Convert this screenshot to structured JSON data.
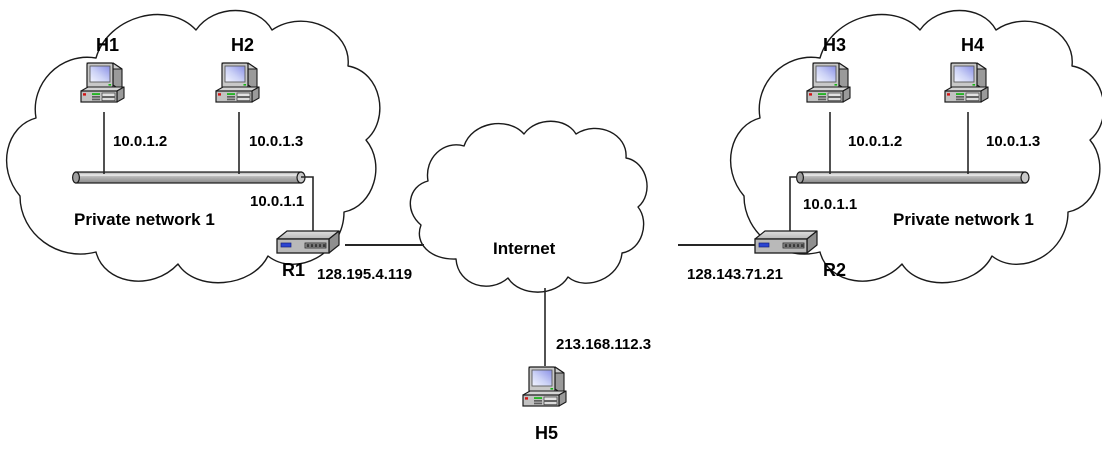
{
  "diagram": {
    "title": "NAT network topology diagram",
    "colors": {
      "stroke": "#1a1a1a",
      "link": "#262626",
      "device_body": "#b4b4b4",
      "device_light": "#d2d2d2",
      "device_dark": "#787878",
      "screen_light": "#e4e8fb",
      "screen_dark": "#8f94e8",
      "led_red": "#d21414",
      "led_green": "#14b414",
      "led_blue": "#2a44d2",
      "cloud_fill": "#ffffff"
    },
    "clouds": [
      {
        "id": "private-network-left",
        "label": "Private network 1"
      },
      {
        "id": "internet",
        "label": "Internet"
      },
      {
        "id": "private-network-right",
        "label": "Private network 1"
      }
    ],
    "hosts": [
      {
        "id": "h1",
        "name": "H1",
        "ip": "10.0.1.2",
        "network": "Private network 1"
      },
      {
        "id": "h2",
        "name": "H2",
        "ip": "10.0.1.3",
        "network": "Private network 1"
      },
      {
        "id": "h3",
        "name": "H3",
        "ip": "10.0.1.2",
        "network": "Private network 1"
      },
      {
        "id": "h4",
        "name": "H4",
        "ip": "10.0.1.3",
        "network": "Private network 1"
      },
      {
        "id": "h5",
        "name": "H5",
        "ip": "213.168.112.3",
        "network": "Internet"
      }
    ],
    "routers": [
      {
        "id": "r1",
        "name": "R1",
        "private_ip": "10.0.1.1",
        "public_ip": "128.195.4.119"
      },
      {
        "id": "r2",
        "name": "R2",
        "private_ip": "10.0.1.1",
        "public_ip": "128.143.71.21"
      }
    ],
    "labels": {
      "h1_name": "H1",
      "h2_name": "H2",
      "h3_name": "H3",
      "h4_name": "H4",
      "h5_name": "H5",
      "h1_ip": "10.0.1.2",
      "h2_ip": "10.0.1.3",
      "h3_ip": "10.0.1.2",
      "h4_ip": "10.0.1.3",
      "h5_ip": "213.168.112.3",
      "r1_name": "R1",
      "r2_name": "R2",
      "r1_private_ip": "10.0.1.1",
      "r2_private_ip": "10.0.1.1",
      "r1_public_ip": "128.195.4.119",
      "r2_public_ip": "128.143.71.21",
      "left_network": "Private network 1",
      "right_network": "Private network 1",
      "internet": "Internet"
    }
  }
}
